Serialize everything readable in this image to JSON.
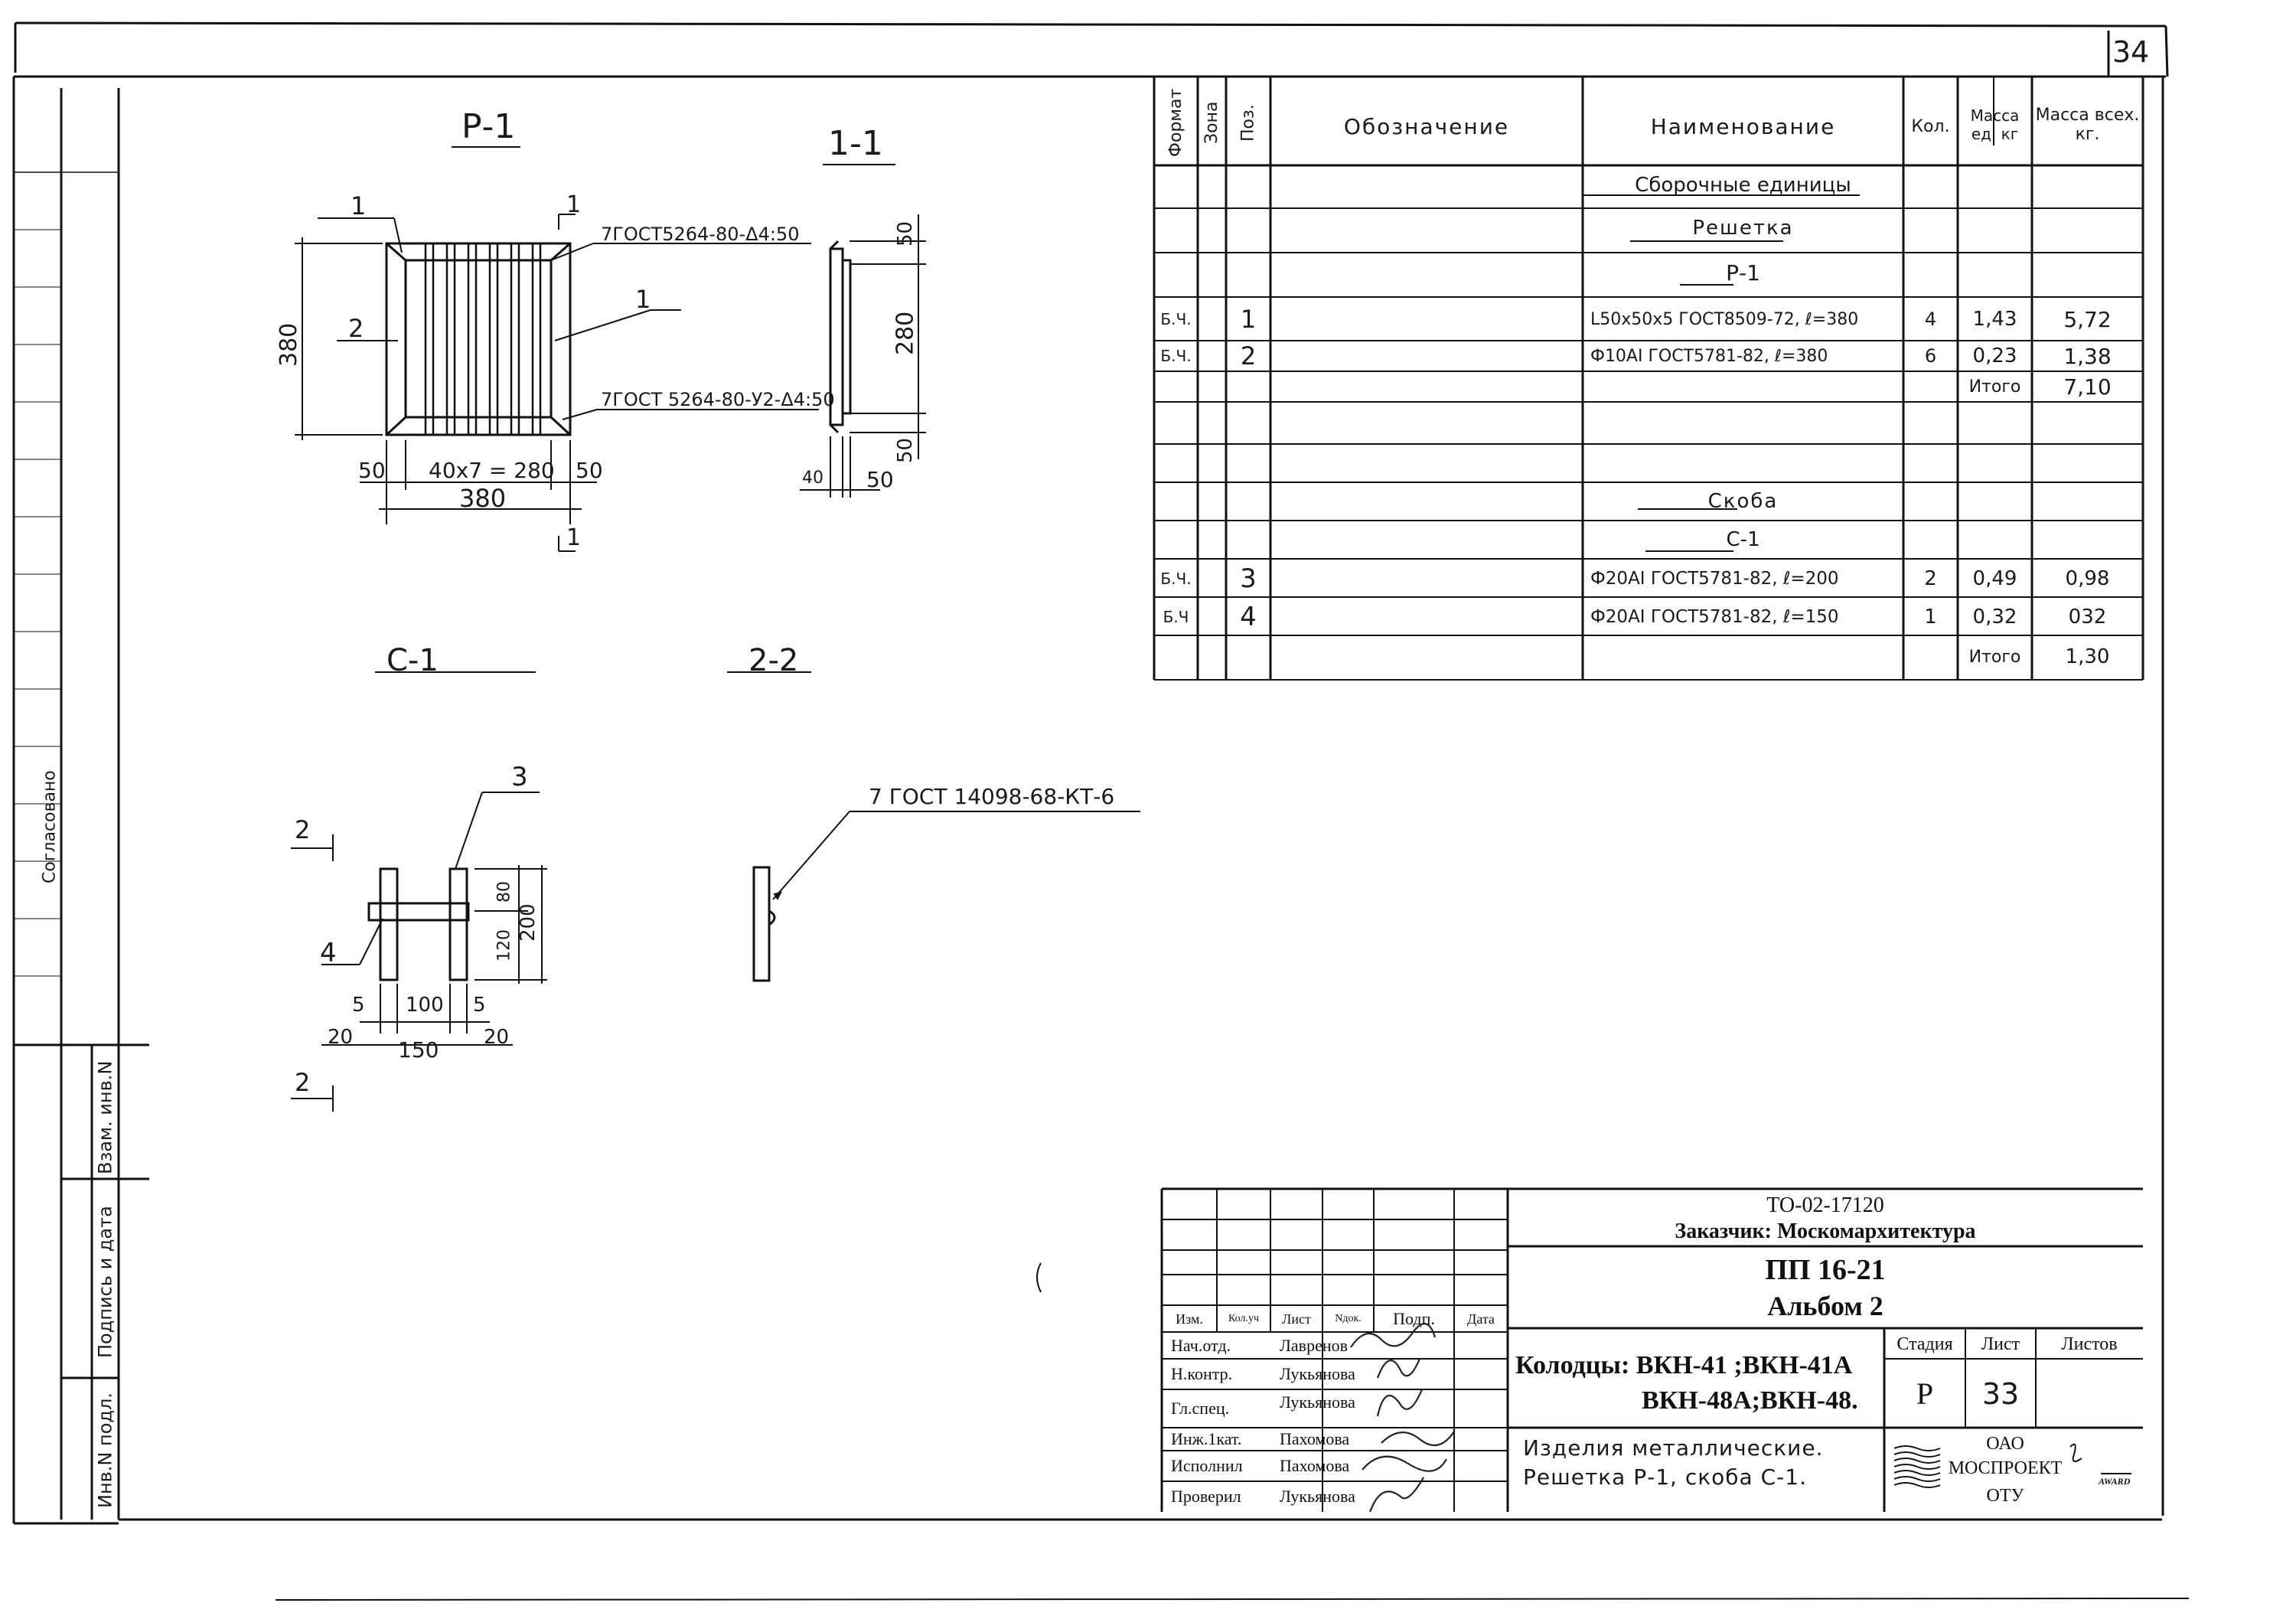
{
  "sheet_number": "34",
  "left_strip": {
    "agreed": "Согласовано",
    "exchange_inv": "Взам. инв.N",
    "sign_date": "Подпись и дата",
    "orig_inv": "Инв.N подл."
  },
  "drawing": {
    "views": {
      "p1": "Р-1",
      "s11": "1-1",
      "c1": "С-1",
      "s22": "2-2"
    },
    "p1_labels": {
      "weld_top": "7ГОСТ5264-80-Δ4:50",
      "weld_bottom": "7ГОСТ 5264-80-У2-Δ4:50",
      "pos1a": "1",
      "pos1b": "1",
      "pos2": "2",
      "cut1_top": "1",
      "cut1_bottom": "1",
      "dim_height": "380",
      "dim_left": "50",
      "dim_mid": "40x7 = 280",
      "dim_right": "50",
      "dim_width": "380"
    },
    "s11_labels": {
      "dim_top": "50",
      "dim_mid": "280",
      "dim_bottom": "50",
      "dim_base_left": "40",
      "dim_base_right": "50"
    },
    "c1_labels": {
      "pos3": "3",
      "pos4": "4",
      "cut_top": "2",
      "cut_bottom": "2",
      "dim_80": "80",
      "dim_120": "120",
      "dim_200": "200",
      "dim_5a": "5",
      "dim_100": "100",
      "dim_5b": "5",
      "dim_20a": "20",
      "dim_150": "150",
      "dim_20b": "20"
    },
    "s22_labels": {
      "weld": "7 ГОСТ 14098-68-КТ-6"
    }
  },
  "spec_table": {
    "headers": {
      "format": "Формат",
      "zone": "Зона",
      "pos": "Поз.",
      "designation": "Обозначение",
      "name": "Наименование",
      "qty": "Кол.",
      "mass_unit": "Масса ед. кг",
      "mass_total": "Масса всех. кг."
    },
    "rows": [
      {
        "format": "",
        "pos": "",
        "name": "Сборочные единицы",
        "qty": "",
        "mu": "",
        "mt": ""
      },
      {
        "format": "",
        "pos": "",
        "name": "Решетка",
        "qty": "",
        "mu": "",
        "mt": ""
      },
      {
        "format": "",
        "pos": "",
        "name": "Р-1",
        "qty": "",
        "mu": "",
        "mt": ""
      },
      {
        "format": "Б.Ч.",
        "pos": "1",
        "name": "L50х50х5 ГОСТ8509-72, ℓ=380",
        "qty": "4",
        "mu": "1,43",
        "mt": "5,72"
      },
      {
        "format": "Б.Ч.",
        "pos": "2",
        "name": "Ф10АI ГОСТ5781-82, ℓ=380",
        "qty": "6",
        "mu": "0,23",
        "mt": "1,38"
      },
      {
        "format": "",
        "pos": "",
        "name": "",
        "qty": "",
        "mu": "Итого",
        "mt": "7,10"
      },
      {
        "format": "",
        "pos": "",
        "name": "",
        "qty": "",
        "mu": "",
        "mt": ""
      },
      {
        "format": "",
        "pos": "",
        "name": "",
        "qty": "",
        "mu": "",
        "mt": ""
      },
      {
        "format": "",
        "pos": "",
        "name": "Скоба",
        "qty": "",
        "mu": "",
        "mt": ""
      },
      {
        "format": "",
        "pos": "",
        "name": "С-1",
        "qty": "",
        "mu": "",
        "mt": ""
      },
      {
        "format": "Б.Ч.",
        "pos": "3",
        "name": "Ф20АI ГОСТ5781-82, ℓ=200",
        "qty": "2",
        "mu": "0,49",
        "mt": "0,98"
      },
      {
        "format": "Б.Ч",
        "pos": "4",
        "name": "Ф20АI ГОСТ5781-82, ℓ=150",
        "qty": "1",
        "mu": "0,32",
        "mt": "032"
      },
      {
        "format": "",
        "pos": "",
        "name": "",
        "qty": "",
        "mu": "Итого",
        "mt": "1,30"
      }
    ]
  },
  "title_block": {
    "doc_code": "ТО-02-17120",
    "customer": "Заказчик: Москомархитектура",
    "project": "ПП 16-21",
    "album": "Альбом 2",
    "object_line1": "Колодцы: ВКН-41 ;ВКН-41А",
    "object_line2": "ВКН-48А;ВКН-48.",
    "sheet_title_line1": "Изделия металлические.",
    "sheet_title_line2": "Решетка Р-1, скоба С-1.",
    "stage_header": "Стадия",
    "sheet_header": "Лист",
    "sheets_header": "Листов",
    "stage": "Р",
    "sheet": "33",
    "sheets": "",
    "org_line1": "ОАО",
    "org_line2": "МОСПРОЕКТ",
    "org_line3": "ОТУ",
    "award": "AWARD",
    "change_headers": [
      "Изм.",
      "Кол.уч",
      "Лист",
      "Nдок.",
      "Подп.",
      "Дата"
    ],
    "roles": [
      {
        "role": "Нач.отд.",
        "name": "Лавренов"
      },
      {
        "role": "Н.контр.",
        "name": "Лукьянова"
      },
      {
        "role": "Гл.спец.",
        "name": "Лукьянова"
      },
      {
        "role": "Инж.1кат.",
        "name": "Пахомова"
      },
      {
        "role": "Исполнил",
        "name": "Пахомова"
      },
      {
        "role": "Проверил",
        "name": "Лукьянова"
      }
    ]
  }
}
